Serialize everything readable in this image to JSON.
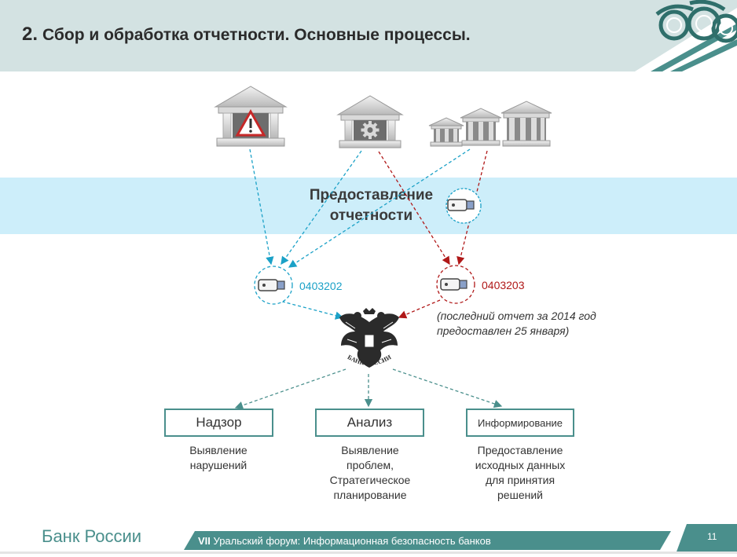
{
  "slide": {
    "number": "2.",
    "title": "Сбор и обработка отчетности. Основные процессы.",
    "band_text": "Предоставление отчетности",
    "form_codes": {
      "blue": "0403202",
      "red": "0403203"
    },
    "note": "(последний отчет за 2014 год предоставлен 25 января)",
    "emblem_text": "БАНК РОССИИ",
    "boxes": [
      {
        "label": "Надзор",
        "description": "Выявление нарушений"
      },
      {
        "label": "Анализ",
        "description": "Выявление проблем, Стратегическое планирование"
      },
      {
        "label": "Информирование",
        "description": "Предоставление исходных данных для принятия решений"
      }
    ],
    "colors": {
      "teal": "#4a8f8c",
      "blue": "#1ba1c7",
      "red": "#b01818",
      "band": "#cdeefa",
      "header": "#d3e2e2"
    },
    "icons": [
      "bank-warning-icon",
      "bank-gear-icon",
      "bank-group-icon",
      "usb-drive-icon",
      "double-headed-eagle-emblem"
    ]
  },
  "footer": {
    "brand": "Банк России",
    "forum_prefix": "VII",
    "forum_text": "Уральский форум: Информационная безопасность банков",
    "page": "11"
  }
}
